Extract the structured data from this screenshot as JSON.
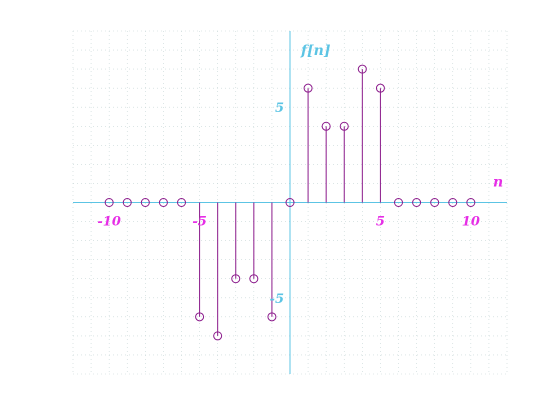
{
  "chart_data": {
    "type": "stem",
    "title": "",
    "xlabel": "n",
    "ylabel": "f[n]",
    "xlim": [
      -12,
      12
    ],
    "ylim": [
      -9,
      9
    ],
    "grid": true,
    "x": [
      -10,
      -9,
      -8,
      -7,
      -6,
      -5,
      -4,
      -3,
      -2,
      -1,
      0,
      1,
      2,
      3,
      4,
      5,
      6,
      7,
      8,
      9,
      10
    ],
    "values": [
      0,
      0,
      0,
      0,
      0,
      -6,
      -7,
      -4,
      -4,
      -6,
      0,
      6,
      4,
      4,
      7,
      6,
      0,
      0,
      0,
      0,
      0
    ],
    "x_ticks": [
      -10,
      -5,
      5,
      10
    ],
    "x_tick_labels": [
      "-10",
      "-5",
      "5",
      "10"
    ],
    "y_ticks": [
      5,
      -5
    ],
    "y_tick_labels": [
      "5",
      "-5"
    ],
    "colors": {
      "stem": "#8b1a8b",
      "axis": "#5cc4e4",
      "xlabel": "#e62ee6",
      "ylabel": "#5cc4e4",
      "xtick": "#e62ee6",
      "ytick": "#5cc4e4"
    }
  }
}
